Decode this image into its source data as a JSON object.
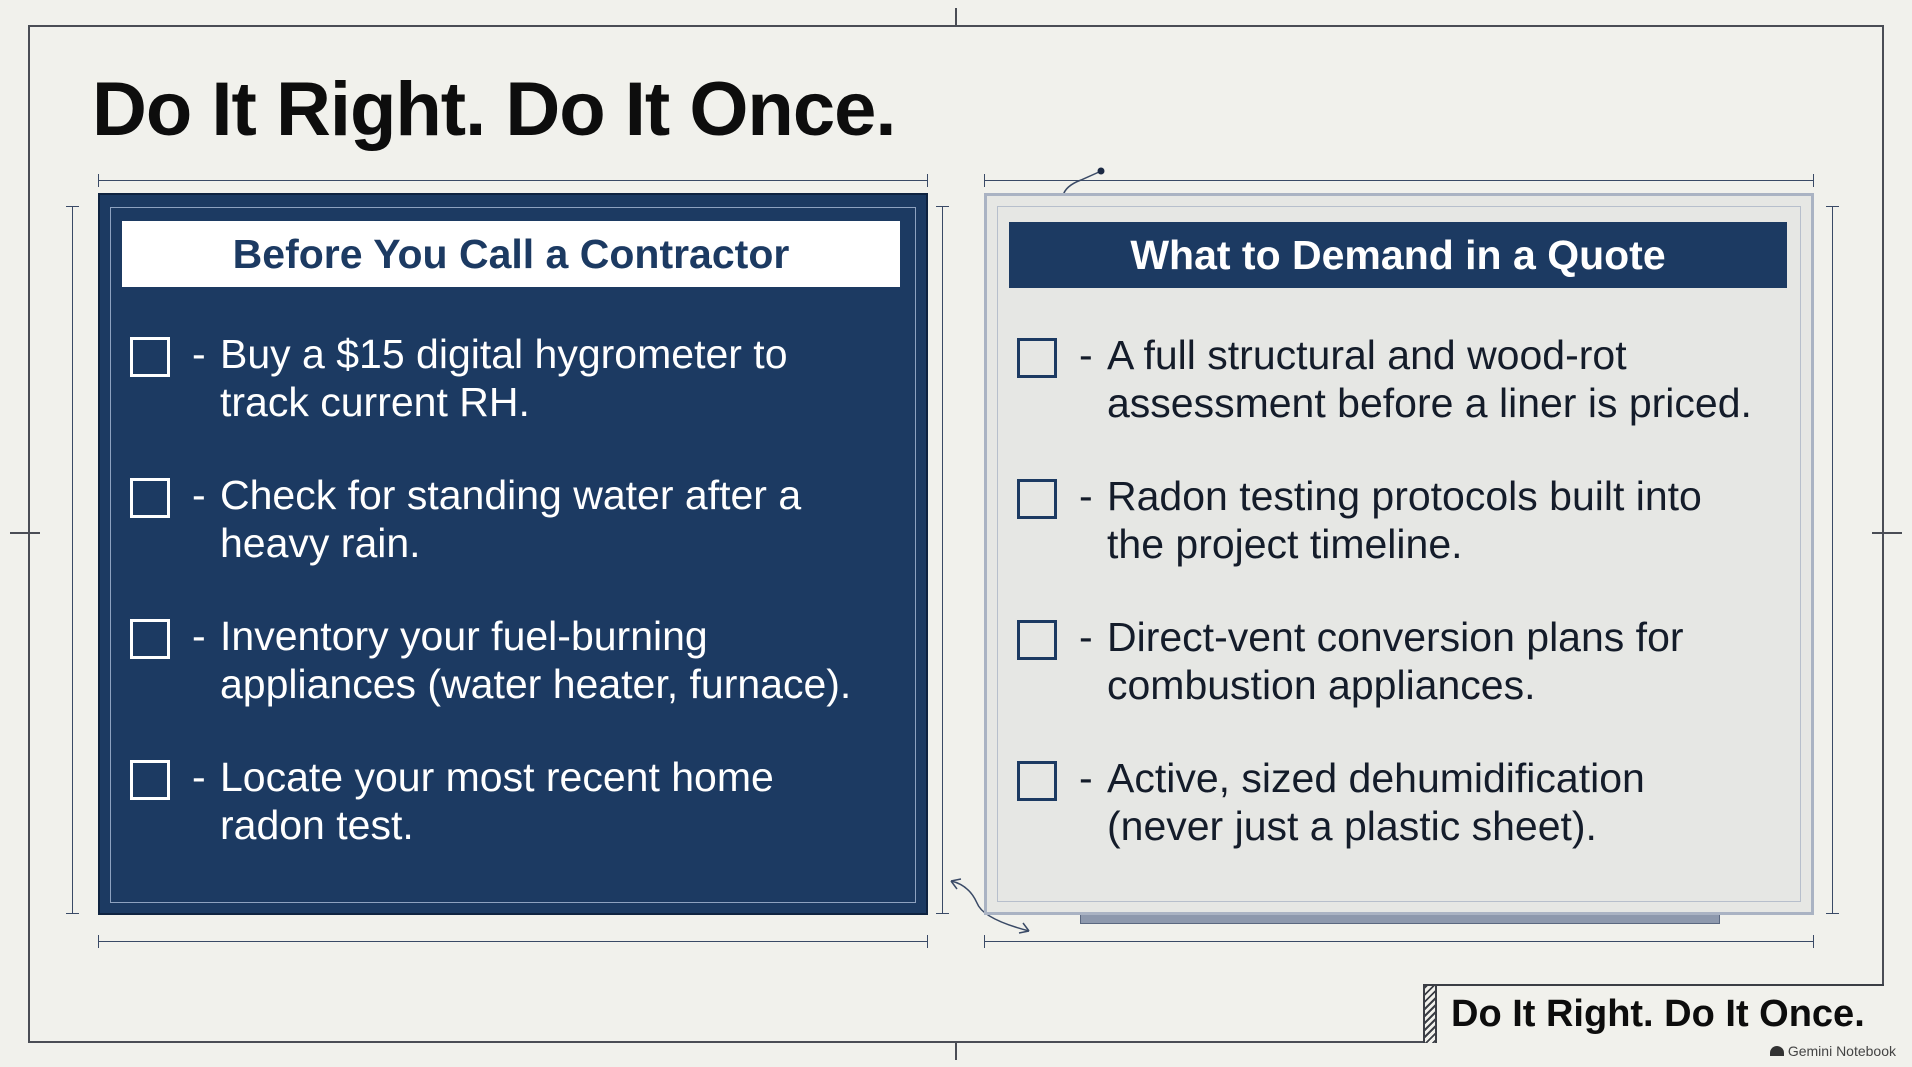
{
  "page": {
    "title": "Do It Right. Do It Once."
  },
  "left_panel": {
    "header": "Before You Call a Contractor",
    "items": [
      {
        "dash": "-",
        "text": "Buy a $15 digital hygrometer to\ntrack current RH."
      },
      {
        "dash": "-",
        "text": "Check for standing water after a\nheavy rain."
      },
      {
        "dash": "-",
        "text": "Inventory your fuel-burning\nappliances (water heater, furnace)."
      },
      {
        "dash": "-",
        "text": "Locate your most recent home\nradon test."
      }
    ]
  },
  "right_panel": {
    "header": "What to Demand in a Quote",
    "items": [
      {
        "dash": "-",
        "text": "A full structural and wood-rot\nassessment before a liner is priced."
      },
      {
        "dash": "-",
        "text": "Radon testing protocols built into\nthe project timeline."
      },
      {
        "dash": "-",
        "text": "Direct-vent conversion plans for\ncombustion appliances."
      },
      {
        "dash": "-",
        "text": "Active, sized dehumidification\n(never just a plastic sheet)."
      }
    ]
  },
  "footer": {
    "title": "Do It Right. Do It Once."
  },
  "watermark": {
    "label": "Gemini Notebook"
  },
  "colors": {
    "navy": "#1c3a62",
    "paper": "#f1f1ec",
    "light_panel": "#e6e7e4"
  }
}
